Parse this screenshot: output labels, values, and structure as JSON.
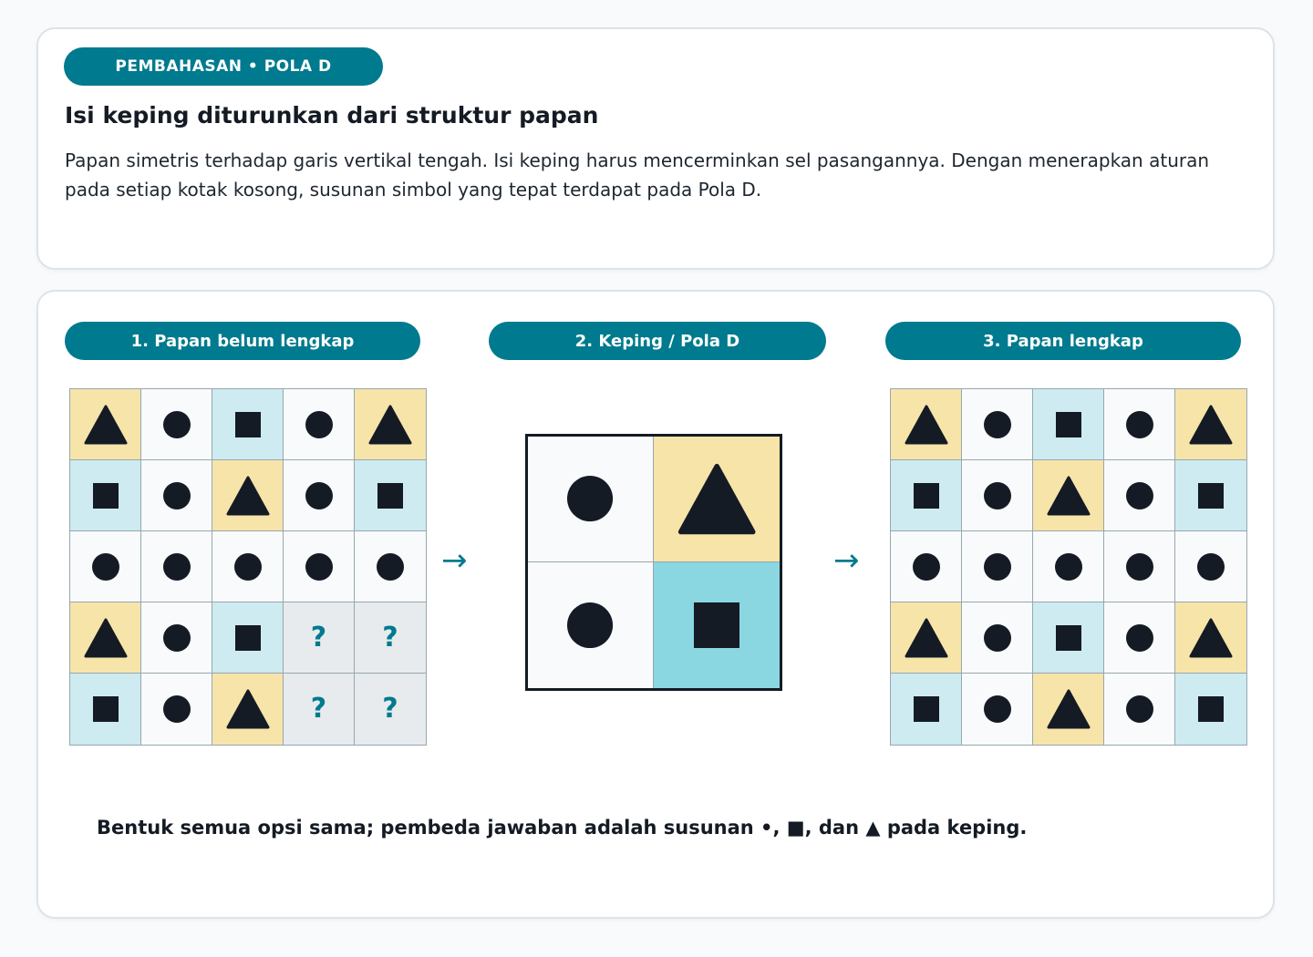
{
  "badge": "PEMBAHASAN • POLA D",
  "title": "Isi keping diturunkan dari struktur papan",
  "description": "Papan simetris terhadap garis vertikal tengah. Isi keping harus mencerminkan sel pasangannya. Dengan menerapkan aturan pada setiap kotak kosong, susunan simbol yang tepat terdapat pada Pola D.",
  "panels": [
    {
      "label": "1. Papan belum lengkap"
    },
    {
      "label": "2. Keping / Pola D"
    },
    {
      "label": "3. Papan lengkap"
    }
  ],
  "arrow_glyph": "→",
  "question_mark": "?",
  "footnote": "Bentuk semua opsi sama; pembeda jawaban adalah susunan •, ■, dan ▲ pada keping.",
  "colors": {
    "teal": "#007a8e",
    "cell_white": "#f8fafb",
    "cell_yellow": "#f7e4a9",
    "cell_blue": "#cdebf0",
    "cell_missing": "#e7ebee",
    "piece_blue": "#8ad7e2",
    "symbol": "#141b24"
  },
  "symbol_legend": {
    "C": "circle",
    "S": "square",
    "T": "triangle",
    "Q": "missing"
  },
  "incomplete_board": [
    [
      {
        "s": "T",
        "bg": "y"
      },
      {
        "s": "C",
        "bg": "w"
      },
      {
        "s": "S",
        "bg": "b"
      },
      {
        "s": "C",
        "bg": "w"
      },
      {
        "s": "T",
        "bg": "y"
      }
    ],
    [
      {
        "s": "S",
        "bg": "b"
      },
      {
        "s": "C",
        "bg": "w"
      },
      {
        "s": "T",
        "bg": "y"
      },
      {
        "s": "C",
        "bg": "w"
      },
      {
        "s": "S",
        "bg": "b"
      }
    ],
    [
      {
        "s": "C",
        "bg": "w"
      },
      {
        "s": "C",
        "bg": "w"
      },
      {
        "s": "C",
        "bg": "w"
      },
      {
        "s": "C",
        "bg": "w"
      },
      {
        "s": "C",
        "bg": "w"
      }
    ],
    [
      {
        "s": "T",
        "bg": "y"
      },
      {
        "s": "C",
        "bg": "w"
      },
      {
        "s": "S",
        "bg": "b"
      },
      {
        "s": "Q",
        "bg": "g"
      },
      {
        "s": "Q",
        "bg": "g"
      }
    ],
    [
      {
        "s": "S",
        "bg": "b"
      },
      {
        "s": "C",
        "bg": "w"
      },
      {
        "s": "T",
        "bg": "y"
      },
      {
        "s": "Q",
        "bg": "g"
      },
      {
        "s": "Q",
        "bg": "g"
      }
    ]
  ],
  "piece": [
    [
      {
        "s": "C",
        "bg": "w"
      },
      {
        "s": "T",
        "bg": "y"
      }
    ],
    [
      {
        "s": "C",
        "bg": "w"
      },
      {
        "s": "S",
        "bg": "b"
      }
    ]
  ],
  "complete_board": [
    [
      {
        "s": "T",
        "bg": "y"
      },
      {
        "s": "C",
        "bg": "w"
      },
      {
        "s": "S",
        "bg": "b"
      },
      {
        "s": "C",
        "bg": "w"
      },
      {
        "s": "T",
        "bg": "y"
      }
    ],
    [
      {
        "s": "S",
        "bg": "b"
      },
      {
        "s": "C",
        "bg": "w"
      },
      {
        "s": "T",
        "bg": "y"
      },
      {
        "s": "C",
        "bg": "w"
      },
      {
        "s": "S",
        "bg": "b"
      }
    ],
    [
      {
        "s": "C",
        "bg": "w"
      },
      {
        "s": "C",
        "bg": "w"
      },
      {
        "s": "C",
        "bg": "w"
      },
      {
        "s": "C",
        "bg": "w"
      },
      {
        "s": "C",
        "bg": "w"
      }
    ],
    [
      {
        "s": "T",
        "bg": "y"
      },
      {
        "s": "C",
        "bg": "w"
      },
      {
        "s": "S",
        "bg": "b"
      },
      {
        "s": "C",
        "bg": "w"
      },
      {
        "s": "T",
        "bg": "y"
      }
    ],
    [
      {
        "s": "S",
        "bg": "b"
      },
      {
        "s": "C",
        "bg": "w"
      },
      {
        "s": "T",
        "bg": "y"
      },
      {
        "s": "C",
        "bg": "w"
      },
      {
        "s": "S",
        "bg": "b"
      }
    ]
  ]
}
